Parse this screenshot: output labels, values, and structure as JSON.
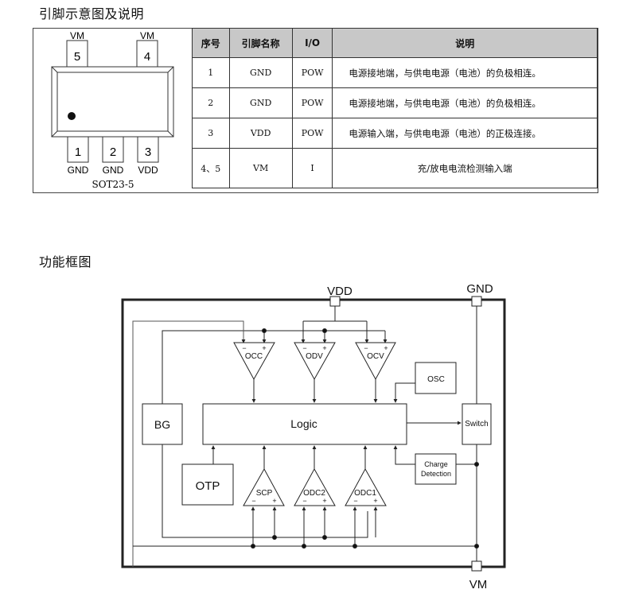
{
  "sections": {
    "pin_title": "引脚示意图及说明",
    "block_title": "功能框图"
  },
  "package": {
    "name": "SOT23-5",
    "top_pins": [
      {
        "number": "5",
        "label": "VM"
      },
      {
        "number": "4",
        "label": "VM"
      }
    ],
    "bottom_pins": [
      {
        "number": "1",
        "label": "GND"
      },
      {
        "number": "2",
        "label": "GND"
      },
      {
        "number": "3",
        "label": "VDD"
      }
    ]
  },
  "pin_table": {
    "headers": [
      "序号",
      "引脚名称",
      "I/O",
      "说明"
    ],
    "rows": [
      {
        "no": "1",
        "name": "GND",
        "io": "POW",
        "desc": "电源接地端，与供电电源（电池）的负极相连。"
      },
      {
        "no": "2",
        "name": "GND",
        "io": "POW",
        "desc": "电源接地端，与供电电源（电池）的负极相连。"
      },
      {
        "no": "3",
        "name": "VDD",
        "io": "POW",
        "desc": "电源输入端，与供电电源（电池）的正极连接。"
      },
      {
        "no": "4、5",
        "name": "VM",
        "io": "I",
        "desc": "充/放电电流检测输入端"
      }
    ]
  },
  "block_diagram": {
    "terminals": {
      "vdd": "VDD",
      "gnd": "GND",
      "vm": "VM"
    },
    "blocks": {
      "bg": "BG",
      "logic": "Logic",
      "otp": "OTP",
      "osc": "OSC",
      "switch": "Switch",
      "charge_detection_line1": "Charge",
      "charge_detection_line2": "Detection"
    },
    "comparators_top": [
      "OCC",
      "ODV",
      "OCV"
    ],
    "comparators_bottom": [
      "SCP",
      "ODC2",
      "ODC1"
    ],
    "input_minus": "−",
    "input_plus": "+"
  }
}
